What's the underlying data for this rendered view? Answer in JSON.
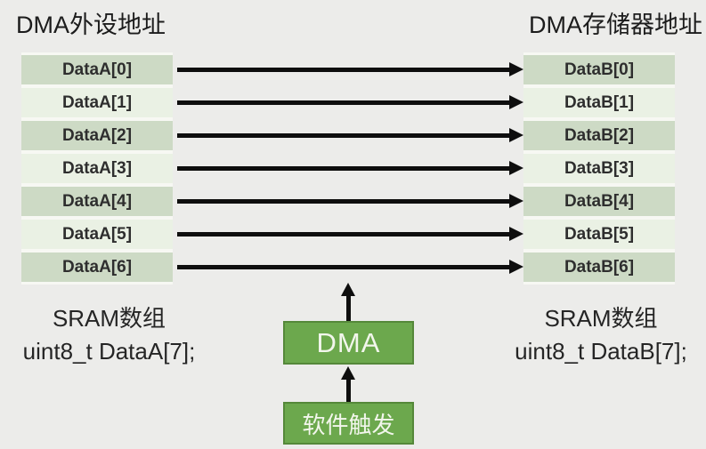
{
  "titles": {
    "peripheral": "DMA外设地址",
    "memory": "DMA存储器地址"
  },
  "source_array": {
    "cells": [
      "DataA[0]",
      "DataA[1]",
      "DataA[2]",
      "DataA[3]",
      "DataA[4]",
      "DataA[5]",
      "DataA[6]"
    ],
    "caption_line1": "SRAM数组",
    "caption_line2": "uint8_t DataA[7];"
  },
  "dest_array": {
    "cells": [
      "DataB[0]",
      "DataB[1]",
      "DataB[2]",
      "DataB[3]",
      "DataB[4]",
      "DataB[5]",
      "DataB[6]"
    ],
    "caption_line1": "SRAM数组",
    "caption_line2": "uint8_t DataB[7];"
  },
  "dma": {
    "label": "DMA"
  },
  "trigger": {
    "label": "软件触发"
  },
  "colors": {
    "background": "#ececea",
    "cell_dark": "#cddac5",
    "cell_light": "#eaf1e4",
    "green_box": "#6ca84d",
    "green_border": "#55883a",
    "arrow": "#0e0e0e"
  }
}
